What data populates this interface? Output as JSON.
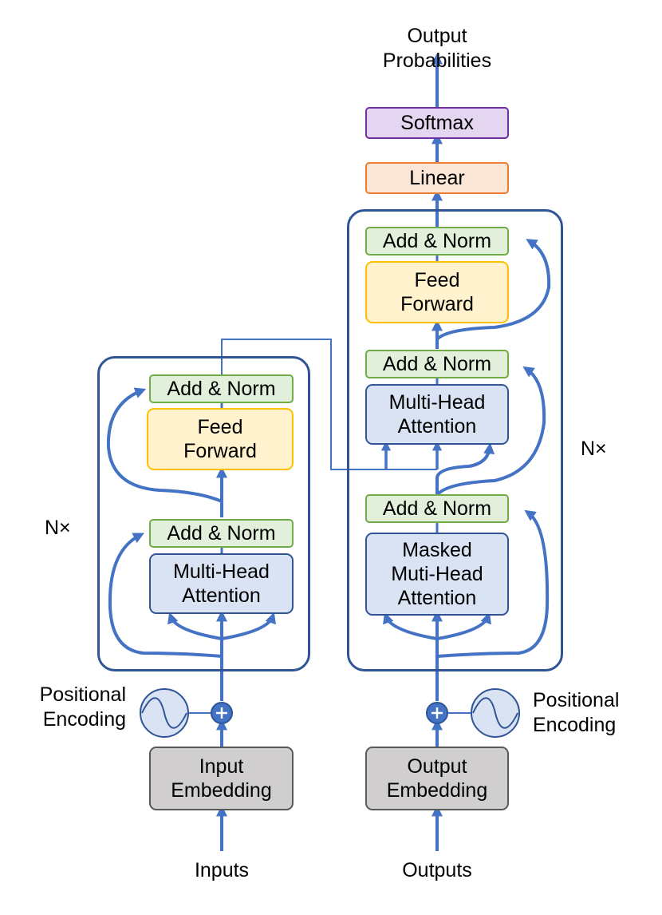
{
  "top_output": {
    "line1": "Output",
    "line2": "Probabilities"
  },
  "softmax": "Softmax",
  "linear": "Linear",
  "encoder": {
    "add_norm_top": "Add & Norm",
    "feed_forward": {
      "line1": "Feed",
      "line2": "Forward"
    },
    "add_norm_bottom": "Add & Norm",
    "attention": {
      "line1": "Multi-Head",
      "line2": "Attention"
    },
    "repeat": "N×"
  },
  "decoder": {
    "add_norm_top": "Add & Norm",
    "feed_forward": {
      "line1": "Feed",
      "line2": "Forward"
    },
    "add_norm_middle": "Add & Norm",
    "attention": {
      "line1": "Multi-Head",
      "line2": "Attention"
    },
    "add_norm_bottom": "Add & Norm",
    "masked_attention": {
      "line1": "Masked",
      "line2": "Muti-Head",
      "line3": "Attention"
    },
    "repeat": "N×"
  },
  "left_positional": {
    "line1": "Positional",
    "line2": "Encoding"
  },
  "right_positional": {
    "line1": "Positional",
    "line2": "Encoding"
  },
  "input_embedding": {
    "line1": "Input",
    "line2": "Embedding"
  },
  "output_embedding": {
    "line1": "Output",
    "line2": "Embedding"
  },
  "inputs": "Inputs",
  "outputs": "Outputs",
  "colors": {
    "arrow": "#4472c4",
    "stack_border": "#2f5597",
    "add_norm_fill": "#e2efda",
    "feed_forward_fill": "#fff2cc",
    "attention_fill": "#dae3f3",
    "embedding_fill": "#d0cece",
    "linear_fill": "#fbe5d6",
    "softmax_fill": "#e4d5f0"
  }
}
